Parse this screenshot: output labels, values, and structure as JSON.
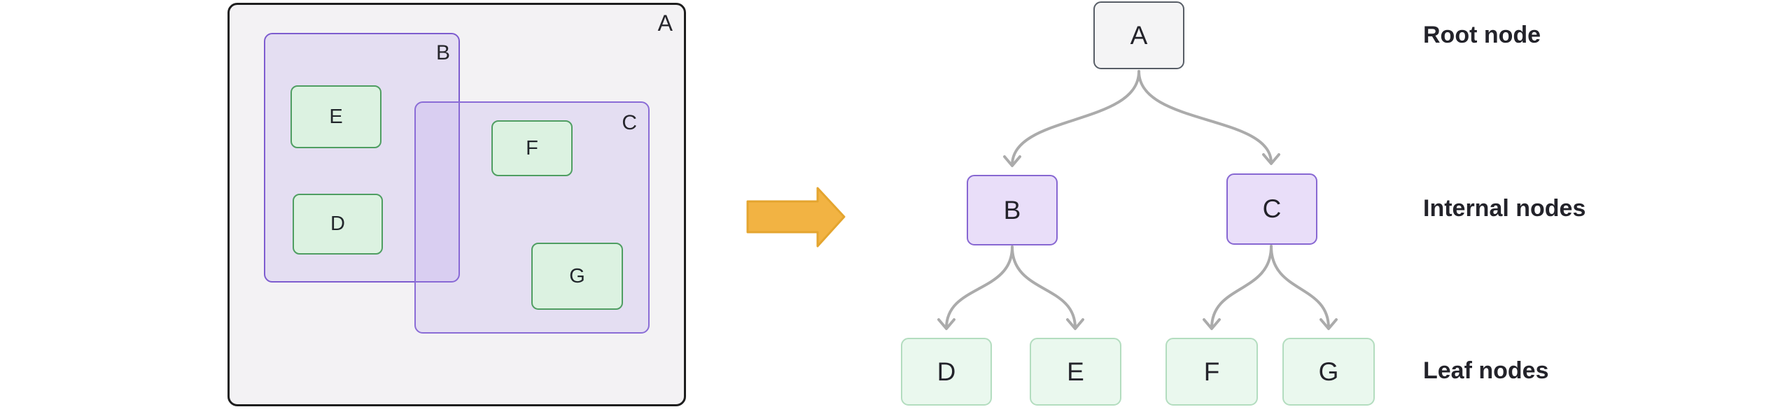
{
  "nested_view": {
    "container": {
      "label": "A"
    },
    "groups": [
      {
        "label": "B"
      },
      {
        "label": "C"
      }
    ],
    "items": [
      {
        "label": "E"
      },
      {
        "label": "D"
      },
      {
        "label": "F"
      },
      {
        "label": "G"
      }
    ]
  },
  "arrow_icon": "right-arrow",
  "tree_view": {
    "root": {
      "label": "A"
    },
    "internal": [
      {
        "label": "B"
      },
      {
        "label": "C"
      }
    ],
    "leaves": [
      {
        "label": "D"
      },
      {
        "label": "E"
      },
      {
        "label": "F"
      },
      {
        "label": "G"
      }
    ]
  },
  "legend": {
    "root_label": "Root node",
    "internal_label": "Internal nodes",
    "leaf_label": "Leaf nodes"
  },
  "colors": {
    "panel_fill": "#f3f2f4",
    "panel_border": "#1e1e1e",
    "group_fill": "rgba(178,148,236,0.22)",
    "group_b_border": "#7d5ccf",
    "group_c_border": "#8a6cd6",
    "leaf_fill_left": "#dcf2e1",
    "leaf_border_left": "#4f9e62",
    "tree_root_fill": "#f4f4f5",
    "tree_root_border": "#575d66",
    "tree_internal_fill": "#e9def9",
    "tree_internal_border": "#8767d2",
    "tree_leaf_fill": "#eaf8ee",
    "tree_leaf_border": "#b3ddbf",
    "connector": "#ababab",
    "arrow_fill": "#f2b343",
    "arrow_stroke": "#e4a52f"
  }
}
